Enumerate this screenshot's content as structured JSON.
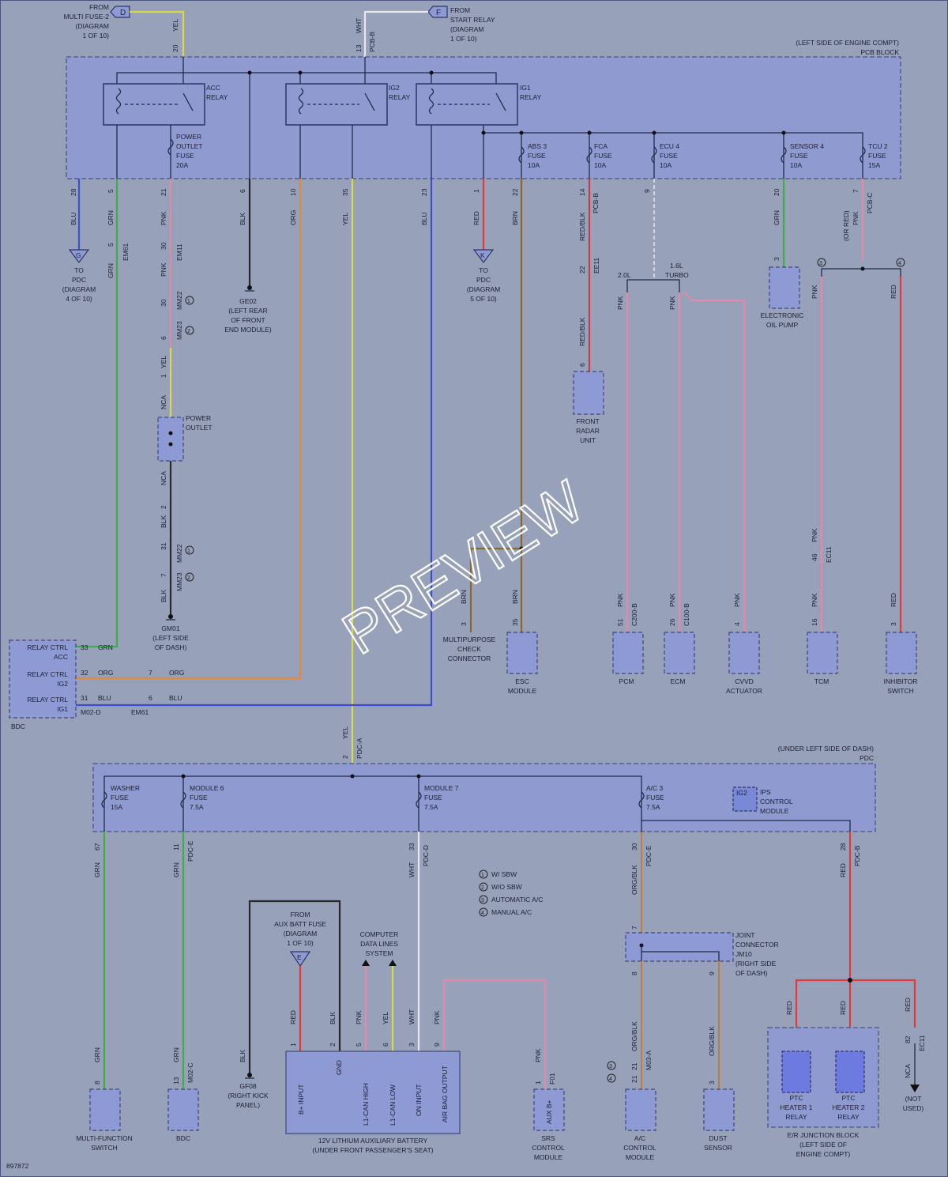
{
  "diagram_id": "897872",
  "watermark": "PREVIEW",
  "top_sources": {
    "multi_fuse": {
      "tag": "D",
      "text": [
        "FROM",
        "MULTI FUSE-2",
        "(DIAGRAM",
        "1 OF 10)"
      ],
      "pin": "20",
      "color": "YEL"
    },
    "start_relay": {
      "tag": "F",
      "text": [
        "FROM",
        "START RELAY",
        "(DIAGRAM",
        "1 OF 10)"
      ],
      "pin": "13",
      "color": "WHT",
      "conn": "PCB-B"
    }
  },
  "pcb_block": {
    "location": "(LEFT SIDE OF ENGINE COMPT)",
    "name": "PCB BLOCK",
    "relays": [
      {
        "lines": [
          "ACC",
          "RELAY"
        ]
      },
      {
        "lines": [
          "IG2",
          "RELAY"
        ]
      },
      {
        "lines": [
          "IG1",
          "RELAY"
        ]
      }
    ],
    "fuses": [
      {
        "lines": [
          "POWER",
          "OUTLET",
          "FUSE",
          "20A"
        ]
      },
      {
        "lines": [
          "ABS 3",
          "FUSE",
          "10A"
        ]
      },
      {
        "lines": [
          "FCA",
          "FUSE",
          "10A"
        ]
      },
      {
        "lines": [
          "ECU 4",
          "FUSE",
          "10A"
        ]
      },
      {
        "lines": [
          "SENSOR 4",
          "FUSE",
          "10A"
        ]
      },
      {
        "lines": [
          "TCU 2",
          "FUSE",
          "15A"
        ]
      }
    ],
    "pins": [
      "28",
      "5",
      "21",
      "6",
      "10",
      "35",
      "23",
      "1",
      "22",
      "14",
      "9",
      "20",
      "7"
    ],
    "wire_colors": [
      "BLU",
      "GRN",
      "PNK",
      "BLK",
      "ORG",
      "YEL",
      "BLU",
      "RED",
      "BRN",
      "RED/BLK",
      "GRN",
      "PNK"
    ],
    "conn_pcb_b": "PCB-B",
    "conn_pcb_c": "PCB-C",
    "or_red": "(OR RED)"
  },
  "upper_labels": {
    "to_pdc_g": {
      "tag": "G",
      "text": [
        "TO",
        "PDC",
        "(DIAGRAM",
        "4 OF 10)"
      ]
    },
    "to_pdc_k": {
      "tag": "K",
      "text": [
        "TO",
        "PDC",
        "(DIAGRAM",
        "5 OF 10)"
      ]
    },
    "ge02": [
      "GE02",
      "(LEFT REAR",
      "OF FRONT",
      "END MODULE)"
    ],
    "gm01": [
      "GM01",
      "(LEFT SIDE",
      "OF DASH)"
    ],
    "power_outlet": [
      "POWER",
      "OUTLET"
    ],
    "front_radar": [
      "FRONT",
      "RADAR",
      "UNIT"
    ],
    "electronic_oil_pump": [
      "ELECTRONIC",
      "OIL PUMP"
    ],
    "variants": {
      "v20": "2.0L",
      "v16a": "1.6L",
      "v16b": "TURBO"
    },
    "conn_labels": {
      "em61": "EM61",
      "em11": "EM11",
      "mm22": "MM22",
      "mm23": "MM23",
      "ee11": "EE11",
      "ec11": "EC11",
      "c200": "C200-B",
      "c100": "C100-B",
      "m02d": "M02-D",
      "pdc_a": "PDC-A"
    },
    "nca": "NCA",
    "misc_nums": {
      "n5": "5",
      "n30": "30",
      "n6": "6",
      "n1": "1",
      "n2": "2",
      "n31": "31",
      "n7": "7",
      "n22": "22",
      "n46": "46",
      "n16": "16",
      "n51": "51",
      "n26": "26",
      "n4": "4",
      "n3": "3",
      "n35": "35",
      "n32": "32",
      "n2b": "2"
    },
    "wires": {
      "pnk": "PNK",
      "yel": "YEL",
      "blk": "BLK",
      "brn": "BRN",
      "red": "RED",
      "grn": "GRN",
      "redblk": "RED/BLK",
      "org": "ORG",
      "blu": "BLU"
    }
  },
  "upper_components": {
    "multipurpose": [
      "MULTIPURPOSE",
      "CHECK",
      "CONNECTOR"
    ],
    "esc": [
      "ESC",
      "MODULE"
    ],
    "pcm": [
      "PCM"
    ],
    "ecm": [
      "ECM"
    ],
    "cvvd": [
      "CVVD",
      "ACTUATOR"
    ],
    "tcm": [
      "TCM"
    ],
    "inhibitor": [
      "INHIBITOR",
      "SWITCH"
    ]
  },
  "bdc": {
    "name": "BDC",
    "rows": [
      {
        "label": [
          "RELAY CTRL",
          "ACC"
        ],
        "pin": "33",
        "color": "GRN"
      },
      {
        "label": [
          "RELAY CTRL",
          "IG2"
        ],
        "pin": "32",
        "color": "ORG",
        "pin2": "7"
      },
      {
        "label": [
          "RELAY CTRL",
          "IG1"
        ],
        "pin": "31",
        "color": "BLU",
        "pin2": "6"
      }
    ],
    "em61": "EM61",
    "m02d": "M02-D"
  },
  "pdc": {
    "location": "(UNDER LEFT SIDE OF DASH)",
    "name": "PDC",
    "fuses": [
      {
        "lines": [
          "WASHER",
          "FUSE",
          "15A"
        ]
      },
      {
        "lines": [
          "MODULE 6",
          "FUSE",
          "7.5A"
        ]
      },
      {
        "lines": [
          "MODULE 7",
          "FUSE",
          "7.5A"
        ]
      },
      {
        "lines": [
          "A/C 3",
          "FUSE",
          "7.5A"
        ]
      }
    ],
    "ips": {
      "tag": "IG2",
      "lines": [
        "IPS",
        "CONTROL",
        "MODULE"
      ]
    },
    "pins": [
      "67",
      "11",
      "33",
      "30",
      "28"
    ],
    "conns": [
      "PDC-E",
      "PDC-D",
      "PDC-E",
      "PDC-B"
    ],
    "wire_colors": [
      "GRN",
      "GRN",
      "WHT",
      "ORG/BLK",
      "RED"
    ]
  },
  "legend": [
    {
      "n": "1",
      "text": "W/ SBW"
    },
    {
      "n": "2",
      "text": "W/O SBW"
    },
    {
      "n": "3",
      "text": "AUTOMATIC A/C"
    },
    {
      "n": "4",
      "text": "MANUAL A/C"
    }
  ],
  "lower": {
    "aux_batt_fuse": {
      "tag": "E",
      "text": [
        "FROM",
        "AUX BATT FUSE",
        "(DIAGRAM",
        "1 OF 10)"
      ]
    },
    "computer_data": [
      "COMPUTER",
      "DATA LINES",
      "SYSTEM"
    ],
    "battery": {
      "name": "12V LITHIUM AUXILIARY BATTERY",
      "location": "(UNDER FRONT PASSENGER'S SEAT)",
      "pins": [
        "B+ INPUT",
        "GND",
        "L1-CAN HIGH",
        "L1-CAN LOW",
        "ON INPUT",
        "AIR BAG OUTPUT"
      ],
      "pin_nums": [
        "1",
        "2",
        "5",
        "6",
        "3",
        "9"
      ],
      "wire_colors": [
        "RED",
        "BLK",
        "PNK",
        "YEL",
        "WHT",
        "PNK"
      ]
    },
    "gf08": [
      "GF08",
      "(RIGHT KICK",
      "PANEL)"
    ],
    "joint": [
      "JOINT",
      "CONNECTOR",
      "JM10",
      "(RIGHT SIDE",
      "OF DASH)"
    ],
    "junction_block": [
      "E/R JUNCTION BLOCK",
      "(LEFT SIDE OF",
      "ENGINE COMPT)"
    ],
    "ptc1": [
      "PTC",
      "HEATER 1",
      "RELAY"
    ],
    "ptc2": [
      "PTC",
      "HEATER 2",
      "RELAY"
    ],
    "not_used": [
      "(NOT",
      "USED)"
    ],
    "modules": {
      "mfs": [
        "MULTI-FUNCTION",
        "SWITCH"
      ],
      "bdc": [
        "BDC"
      ],
      "srs": [
        "SRS",
        "CONTROL",
        "MODULE"
      ],
      "ac": [
        "A/C",
        "CONTROL",
        "MODULE"
      ],
      "dust": [
        "DUST",
        "SENSOR"
      ]
    },
    "auxb": "AUX B+",
    "conn": {
      "m02c": "M02-C",
      "f01": "F01",
      "m03a": "M03-A",
      "ec11": "EC11"
    },
    "nums": {
      "n8": "8",
      "n13": "13",
      "n1": "1",
      "n21": "21",
      "n7": "7",
      "n9": "9",
      "n3": "3",
      "n82": "82"
    },
    "wires": {
      "grn": "GRN",
      "blk": "BLK",
      "pnk": "PNK",
      "orgblk": "ORG/BLK",
      "red": "RED",
      "nca": "NCA"
    }
  }
}
